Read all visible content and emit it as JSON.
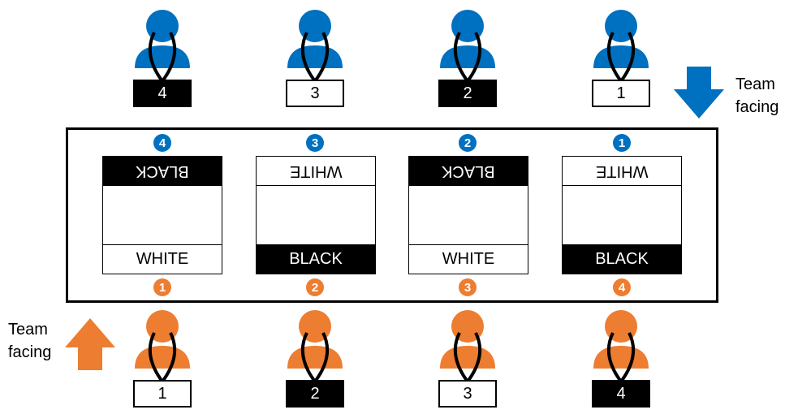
{
  "colors": {
    "blue": "#0070c0",
    "orange": "#ed7d31",
    "black": "#000000",
    "white": "#ffffff"
  },
  "top_team": {
    "facing_label_1": "Team",
    "facing_label_2": "facing",
    "arrow": "down-arrow-icon",
    "players": [
      {
        "plate": "4",
        "plate_color": "black"
      },
      {
        "plate": "3",
        "plate_color": "white"
      },
      {
        "plate": "2",
        "plate_color": "black"
      },
      {
        "plate": "1",
        "plate_color": "white"
      }
    ]
  },
  "bottom_team": {
    "facing_label_1": "Team",
    "facing_label_2": "facing",
    "arrow": "up-arrow-icon",
    "players": [
      {
        "plate": "1",
        "plate_color": "white"
      },
      {
        "plate": "2",
        "plate_color": "black"
      },
      {
        "plate": "3",
        "plate_color": "white"
      },
      {
        "plate": "4",
        "plate_color": "black"
      }
    ]
  },
  "board": {
    "cards": [
      {
        "top_number": "4",
        "top_label": "BLACK",
        "bottom_label": "WHITE",
        "bottom_number": "1"
      },
      {
        "top_number": "3",
        "top_label": "WHITE",
        "bottom_label": "BLACK",
        "bottom_number": "2"
      },
      {
        "top_number": "2",
        "top_label": "BLACK",
        "bottom_label": "WHITE",
        "bottom_number": "3"
      },
      {
        "top_number": "1",
        "top_label": "WHITE",
        "bottom_label": "BLACK",
        "bottom_number": "4"
      }
    ]
  }
}
